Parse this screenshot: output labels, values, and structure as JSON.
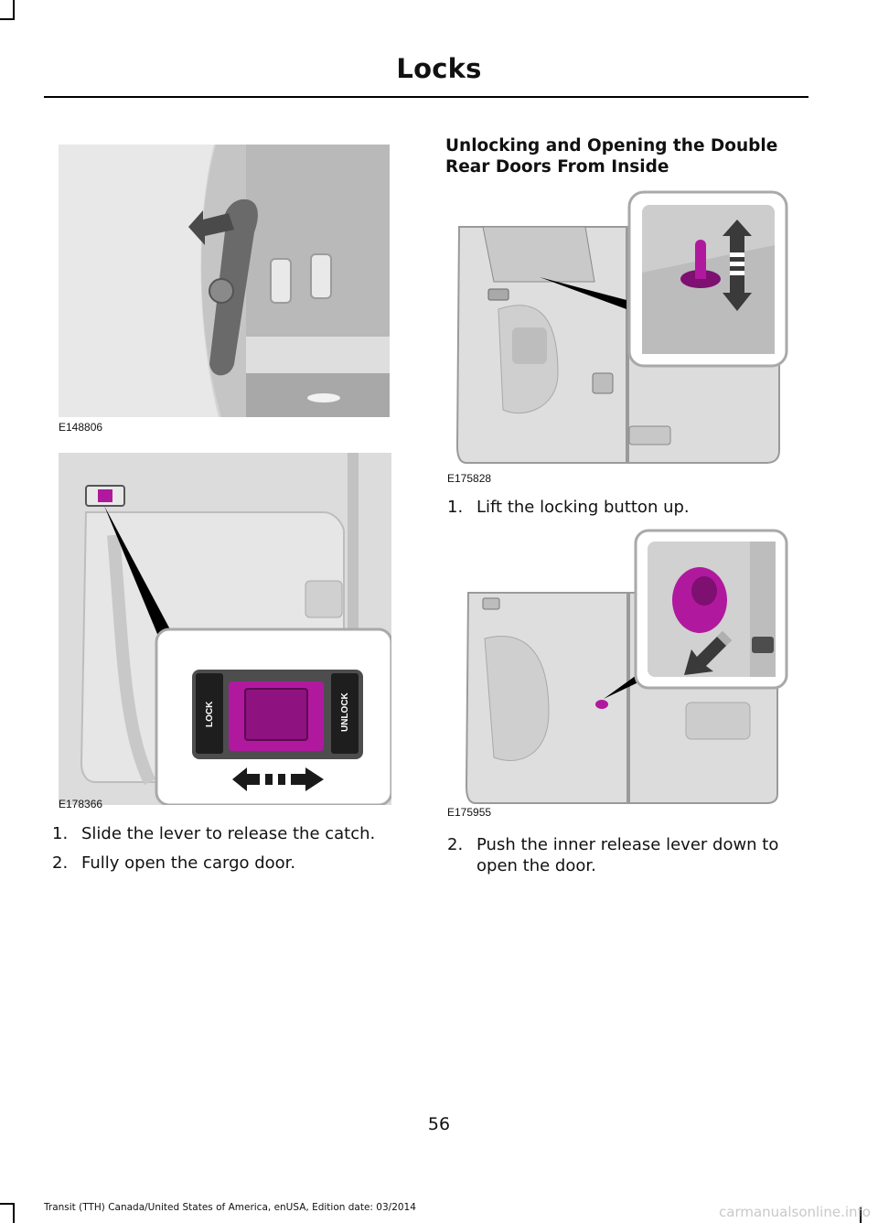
{
  "header": {
    "title": "Locks"
  },
  "figures": {
    "fig1": {
      "code": "E148806"
    },
    "fig2": {
      "code": "E178366",
      "lock_label": "LOCK",
      "unlock_label": "UNLOCK"
    },
    "fig3": {
      "code": "E175828"
    },
    "fig4": {
      "code": "E175955"
    }
  },
  "left_steps": [
    {
      "num": "1.",
      "text": "Slide the lever to release the catch."
    },
    {
      "num": "2.",
      "text": "Fully open the cargo door."
    }
  ],
  "section": {
    "heading_line1": "Unlocking and Opening the Double",
    "heading_line2": "Rear Doors From Inside"
  },
  "right_steps": {
    "step1": {
      "num": "1.",
      "text": "Lift the locking button up."
    },
    "step2": {
      "num": "2.",
      "text_line1": "Push the inner release lever down to",
      "text_line2": "open the door."
    }
  },
  "footer": {
    "page_number": "56",
    "edition": "Transit (TTH) Canada/United States of America, enUSA, Edition date: 03/2014",
    "watermark": "carmanualsonline.info"
  },
  "colors": {
    "accent": "#b0199e",
    "shade": "#d9d9d9",
    "line": "#000000"
  }
}
